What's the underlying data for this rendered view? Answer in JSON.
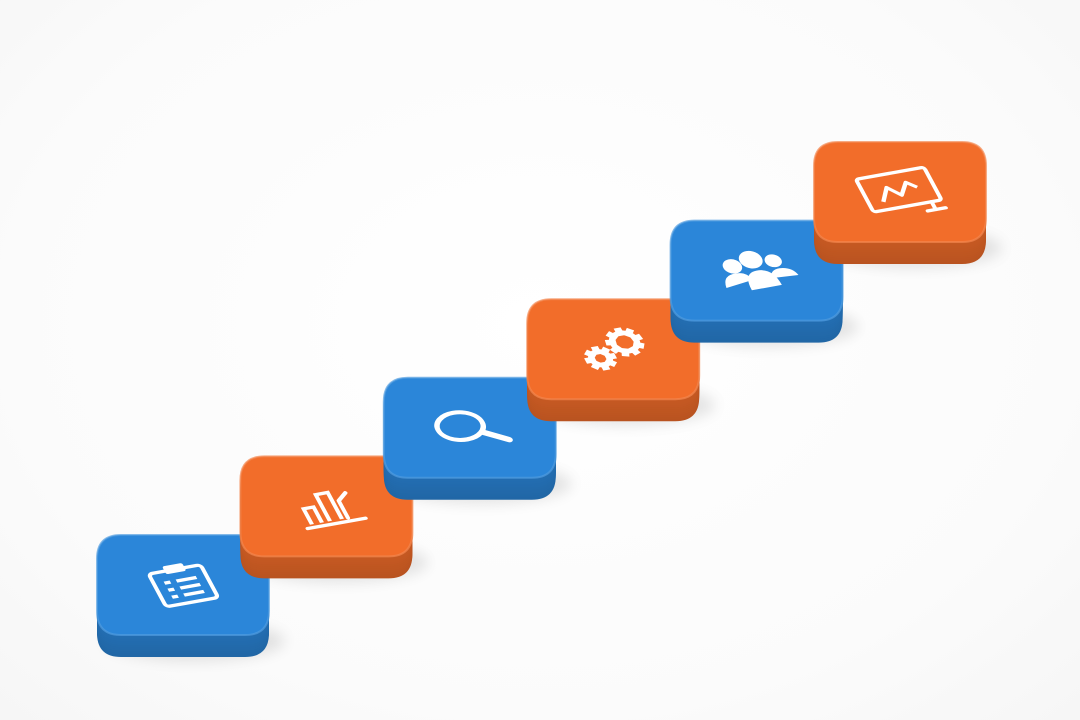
{
  "diagram": {
    "type": "isometric-process-flow",
    "colors": {
      "blue": "#2b86d9",
      "orange": "#f26d2a",
      "connector": "#cfd3d8",
      "icon": "#ffffff"
    },
    "steps": [
      {
        "id": "step-1",
        "color": "blue",
        "icon": "clipboard-icon"
      },
      {
        "id": "step-2",
        "color": "orange",
        "icon": "bar-chart-icon"
      },
      {
        "id": "step-3",
        "color": "blue",
        "icon": "magnifier-icon"
      },
      {
        "id": "step-4",
        "color": "orange",
        "icon": "gears-icon"
      },
      {
        "id": "step-5",
        "color": "blue",
        "icon": "people-icon"
      },
      {
        "id": "step-6",
        "color": "orange",
        "icon": "monitor-chart-icon"
      }
    ]
  }
}
